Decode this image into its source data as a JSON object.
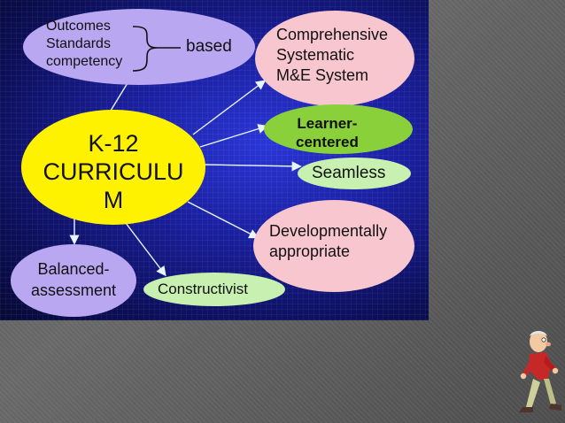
{
  "diagram": {
    "top_left": {
      "items": [
        "Outcomes",
        "Standards",
        "competency"
      ],
      "joined": "based"
    },
    "center": {
      "lines": [
        "K-12",
        "CURRICULU",
        "M"
      ]
    },
    "nodes": {
      "comprehensive": [
        "Comprehensive",
        "Systematic",
        "M&E System"
      ],
      "learner_centered": [
        "Learner-",
        "centered"
      ],
      "seamless": "Seamless",
      "developmentally": [
        "Developmentally",
        "appropriate"
      ],
      "constructivist": "Constructivist",
      "balanced": [
        "Balanced-",
        "assessment"
      ]
    },
    "colors": {
      "lavender": "#b9a7f2",
      "pink": "#f8c6cf",
      "green": "#8ad03a",
      "light_green": "#c8f0b0",
      "yellow": "#fff200",
      "background_blue": "#1a1f9e"
    }
  }
}
